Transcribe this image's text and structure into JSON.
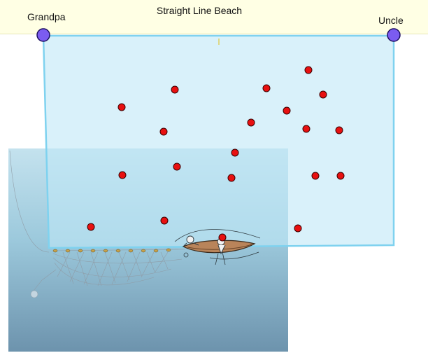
{
  "beach": {
    "title": "Straight Line Beach"
  },
  "people": {
    "left": "Grandpa",
    "right": "Uncle"
  },
  "colors": {
    "beach_band": "#ffffe4",
    "net_area_fill": "#bfe8f6",
    "net_area_stroke": "#7fd2ef",
    "fish": "#e81010",
    "person_marker": "#7b5cf0",
    "water_top": "#c4e2ee",
    "water_bottom": "#6d93ad"
  },
  "icons": {
    "person": "circle-marker",
    "fish": "red-dot",
    "boat": "fishing-boat-with-net"
  },
  "fish_count": 20
}
